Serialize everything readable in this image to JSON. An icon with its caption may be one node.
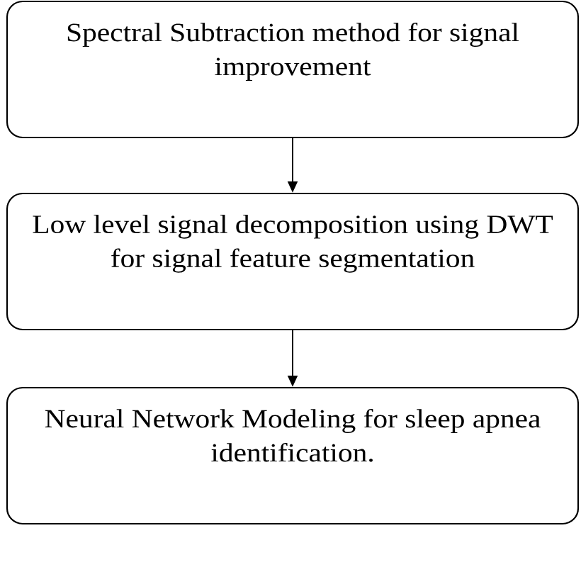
{
  "diagram": {
    "nodes": [
      {
        "text": [
          "Spectral Subtraction method for signal improvement"
        ]
      },
      {
        "text": [
          "Low level signal decomposition using DWT for signal feature segmentation"
        ]
      },
      {
        "text": [
          "Neural Network Modeling for sleep apnea identification."
        ]
      }
    ],
    "edges": [
      {
        "from": 0,
        "to": 1,
        "arrow": "to"
      },
      {
        "from": 1,
        "to": 2,
        "arrow": "to"
      }
    ]
  }
}
